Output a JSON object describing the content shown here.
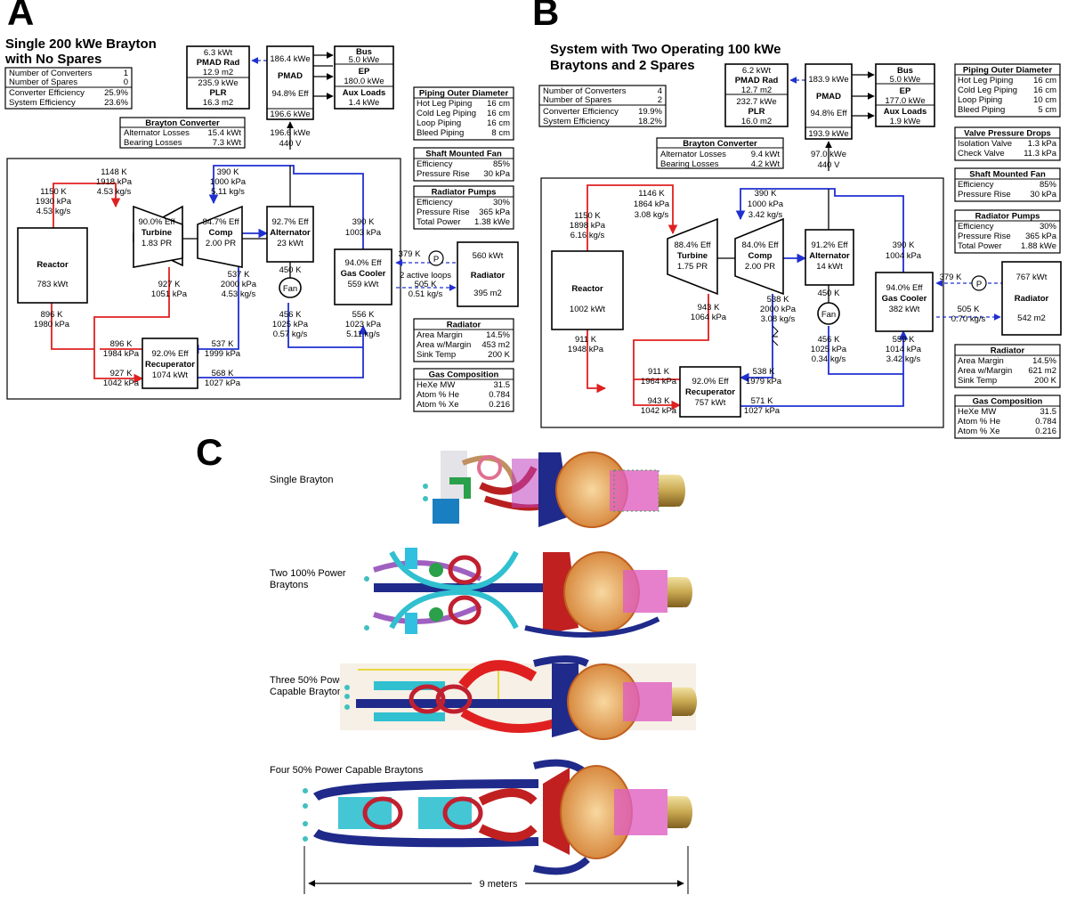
{
  "panel_labels": {
    "a": "A",
    "b": "B",
    "c": "C"
  },
  "a": {
    "title_line1": "Single 200 kWe Brayton",
    "title_line2": "with No Spares",
    "summary": [
      {
        "k": "Number of Converters",
        "v": "1"
      },
      {
        "k": "Number of Spares",
        "v": "0"
      },
      {
        "k": "Converter Efficiency",
        "v": "25.9%"
      },
      {
        "k": "System Efficiency",
        "v": "23.6%"
      }
    ],
    "pmad_rad": {
      "top": "6.3 kWt",
      "name": "PMAD Rad",
      "bottom": "12.9 m2"
    },
    "plr": {
      "top": "235.9 kWe",
      "name": "PLR",
      "bottom": "16.3 m2"
    },
    "pmad": {
      "top": "186.4 kWe",
      "name": "PMAD",
      "eff": "94.8% Eff",
      "bottom": "196.6 kWe"
    },
    "bus": {
      "name": "Bus",
      "val": "5.0 kWe"
    },
    "ep": {
      "name": "EP",
      "val": "180.0 kWe"
    },
    "aux": {
      "name": "Aux Loads",
      "val": "1.4 kWe"
    },
    "converter": {
      "title": "Brayton Converter",
      "rows": [
        {
          "k": "Alternator Losses",
          "v": "15.4 kWt"
        },
        {
          "k": "Bearing Losses",
          "v": "7.3 kWt"
        }
      ]
    },
    "power_out": [
      "196.6 kWe",
      "440 V"
    ],
    "reactor": {
      "name": "Reactor",
      "val": "783 kWt"
    },
    "turbine": {
      "eff": "90.0% Eff",
      "name": "Turbine",
      "pr": "1.83 PR"
    },
    "comp": {
      "eff": "84.7% Eff",
      "name": "Comp",
      "pr": "2.00 PR"
    },
    "alternator": {
      "eff": "92.7% Eff",
      "name": "Alternator",
      "val": "23 kWt"
    },
    "gas_cooler": {
      "eff": "94.0% Eff",
      "name": "Gas Cooler",
      "val": "559 kWt"
    },
    "recuperator": {
      "eff": "92.0% Eff",
      "name": "Recuperator",
      "val": "1074 kWt"
    },
    "radiator": {
      "top": "560 kWt",
      "name": "Radiator",
      "val": "395 m2"
    },
    "fan": "Fan",
    "pump": "P",
    "labels": {
      "reactor_out": [
        "1150 K",
        "1930 kPa",
        "4.53 kg/s"
      ],
      "turbine_in": [
        "1148 K",
        "1918 kPa",
        "4.53 kg/s"
      ],
      "comp_in": [
        "390 K",
        "1000 kPa",
        "5.11 kg/s"
      ],
      "cooler_top": [
        "390 K",
        "1003 kPa"
      ],
      "turbine_out": [
        "927 K",
        "1051 kPa"
      ],
      "comp_out": [
        "537 K",
        "2000 kPa",
        "4.53 kg/s"
      ],
      "fan_top": "450 K",
      "fan_out": [
        "456 K",
        "1025 kPa",
        "0.57 kg/s"
      ],
      "cooler_out": [
        "556 K",
        "1023 kPa",
        "5.11 kg/s"
      ],
      "reactor_in": [
        "896 K",
        "1980 kPa"
      ],
      "recup_hot_in": [
        "896 K",
        "1984 kPa"
      ],
      "recup_cold_in": [
        "537 K",
        "1999 kPa"
      ],
      "recup_hot_out": [
        "927 K",
        "1042 kPa"
      ],
      "recup_out": [
        "568 K",
        "1027 kPa"
      ],
      "rad_loop": [
        "379 K",
        "2 active loops",
        "505 K",
        "0.51 kg/s"
      ]
    },
    "tables": [
      {
        "title": "Piping Outer Diameter",
        "rows": [
          {
            "k": "Hot Leg Piping",
            "v": "16 cm"
          },
          {
            "k": "Cold Leg Piping",
            "v": "16 cm"
          },
          {
            "k": "Loop Piping",
            "v": "16 cm"
          },
          {
            "k": "Bleed Piping",
            "v": "8 cm"
          }
        ]
      },
      {
        "title": "Shaft Mounted Fan",
        "rows": [
          {
            "k": "Efficiency",
            "v": "85%"
          },
          {
            "k": "Pressure Rise",
            "v": "30 kPa"
          }
        ]
      },
      {
        "title": "Radiator Pumps",
        "rows": [
          {
            "k": "Efficiency",
            "v": "30%"
          },
          {
            "k": "Pressure Rise",
            "v": "365 kPa"
          },
          {
            "k": "Total Power",
            "v": "1.38 kWe"
          }
        ]
      },
      {
        "title": "Radiator",
        "rows": [
          {
            "k": "Area Margin",
            "v": "14.5%"
          },
          {
            "k": "Area w/Margin",
            "v": "453 m2"
          },
          {
            "k": "Sink Temp",
            "v": "200 K"
          }
        ]
      },
      {
        "title": "Gas Composition",
        "rows": [
          {
            "k": "HeXe MW",
            "v": "31.5"
          },
          {
            "k": "Atom % He",
            "v": "0.784"
          },
          {
            "k": "Atom % Xe",
            "v": "0.216"
          }
        ]
      }
    ]
  },
  "b": {
    "title_line1": "System with Two Operating 100 kWe",
    "title_line2": "Braytons and 2 Spares",
    "summary": [
      {
        "k": "Number of Converters",
        "v": "4"
      },
      {
        "k": "Number of Spares",
        "v": "2"
      },
      {
        "k": "Converter Efficiency",
        "v": "19.9%"
      },
      {
        "k": "System Efficiency",
        "v": "18.2%"
      }
    ],
    "pmad_rad": {
      "top": "6.2 kWt",
      "name": "PMAD Rad",
      "bottom": "12.7 m2"
    },
    "plr": {
      "top": "232.7 kWe",
      "name": "PLR",
      "bottom": "16.0 m2"
    },
    "pmad": {
      "top": "183.9 kWe",
      "name": "PMAD",
      "eff": "94.8% Eff",
      "bottom": "193.9 kWe"
    },
    "bus": {
      "name": "Bus",
      "val": "5.0 kWe"
    },
    "ep": {
      "name": "EP",
      "val": "177.0 kWe"
    },
    "aux": {
      "name": "Aux Loads",
      "val": "1.9 kWe"
    },
    "converter": {
      "title": "Brayton Converter",
      "rows": [
        {
          "k": "Alternator Losses",
          "v": "9.4 kWt"
        },
        {
          "k": "Bearing Losses",
          "v": "4.2 kWt"
        }
      ]
    },
    "power_out": [
      "97.0 kWe",
      "440 V"
    ],
    "reactor": {
      "name": "Reactor",
      "val": "1002 kWt"
    },
    "turbine": {
      "eff": "88.4% Eff",
      "name": "Turbine",
      "pr": "1.75 PR"
    },
    "comp": {
      "eff": "84.0% Eff",
      "name": "Comp",
      "pr": "2.00 PR"
    },
    "alternator": {
      "eff": "91.2% Eff",
      "name": "Alternator",
      "val": "14 kWt"
    },
    "gas_cooler": {
      "eff": "94.0% Eff",
      "name": "Gas Cooler",
      "val": "382 kWt"
    },
    "recuperator": {
      "eff": "92.0% Eff",
      "name": "Recuperator",
      "val": "757 kWt"
    },
    "radiator": {
      "top": "767 kWt",
      "name": "Radiator",
      "val": "542 m2"
    },
    "fan": "Fan",
    "pump": "P",
    "labels": {
      "reactor_out": [
        "1150 K",
        "1898 kPa",
        "6.16 kg/s"
      ],
      "turbine_in": [
        "1146 K",
        "1864 kPa",
        "3.08 kg/s"
      ],
      "comp_in": [
        "390 K",
        "1000 kPa",
        "3.42 kg/s"
      ],
      "cooler_top": [
        "390 K",
        "1004 kPa"
      ],
      "turbine_out": [
        "943 K",
        "1064 kPa"
      ],
      "comp_out": [
        "538 K",
        "2000 kPa",
        "3.08 kg/s"
      ],
      "fan_top": "450 K",
      "fan_out": [
        "456 K",
        "1025 kPa",
        "0.34 kg/s"
      ],
      "cooler_out": [
        "559 K",
        "1014 kPa",
        "3.42 kg/s"
      ],
      "reactor_in": [
        "911 K",
        "1948 kPa"
      ],
      "recup_hot_in": [
        "911 K",
        "1964 kPa"
      ],
      "recup_cold_in": [
        "538 K",
        "1979 kPa"
      ],
      "recup_hot_out": [
        "943 K",
        "1042 kPa"
      ],
      "recup_out": [
        "571 K",
        "1027 kPa"
      ],
      "rad_loop": [
        "379 K",
        "505 K",
        "0.70 kg/s"
      ]
    },
    "tables": [
      {
        "title": "Piping Outer Diameter",
        "rows": [
          {
            "k": "Hot Leg Piping",
            "v": "16 cm"
          },
          {
            "k": "Cold Leg Piping",
            "v": "16 cm"
          },
          {
            "k": "Loop Piping",
            "v": "10 cm"
          },
          {
            "k": "Bleed Piping",
            "v": "5 cm"
          }
        ]
      },
      {
        "title": "Valve Pressure Drops",
        "rows": [
          {
            "k": "Isolation Valve",
            "v": "1.3 kPa"
          },
          {
            "k": "Check Valve",
            "v": "11.3 kPa"
          }
        ]
      },
      {
        "title": "Shaft Mounted Fan",
        "rows": [
          {
            "k": "Efficiency",
            "v": "85%"
          },
          {
            "k": "Pressure Rise",
            "v": "30 kPa"
          }
        ]
      },
      {
        "title": "Radiator Pumps",
        "rows": [
          {
            "k": "Efficiency",
            "v": "30%"
          },
          {
            "k": "Pressure Rise",
            "v": "365 kPa"
          },
          {
            "k": "Total Power",
            "v": "1.88 kWe"
          }
        ]
      },
      {
        "title": "Radiator",
        "rows": [
          {
            "k": "Area Margin",
            "v": "14.5%"
          },
          {
            "k": "Area w/Margin",
            "v": "621 m2"
          },
          {
            "k": "Sink Temp",
            "v": "200 K"
          }
        ]
      },
      {
        "title": "Gas Composition",
        "rows": [
          {
            "k": "HeXe MW",
            "v": "31.5"
          },
          {
            "k": "Atom % He",
            "v": "0.784"
          },
          {
            "k": "Atom % Xe",
            "v": "0.216"
          }
        ]
      }
    ]
  },
  "c": {
    "configs": [
      {
        "label_line1": "Single Brayton",
        "label_line2": ""
      },
      {
        "label_line1": "Two 100% Power",
        "label_line2": "Braytons"
      },
      {
        "label_line1": "Three 50% Power",
        "label_line2": "Capable Braytons"
      },
      {
        "label_line1": "Four 50% Power Capable Braytons",
        "label_line2": ""
      }
    ],
    "scale_label": "9 meters"
  }
}
